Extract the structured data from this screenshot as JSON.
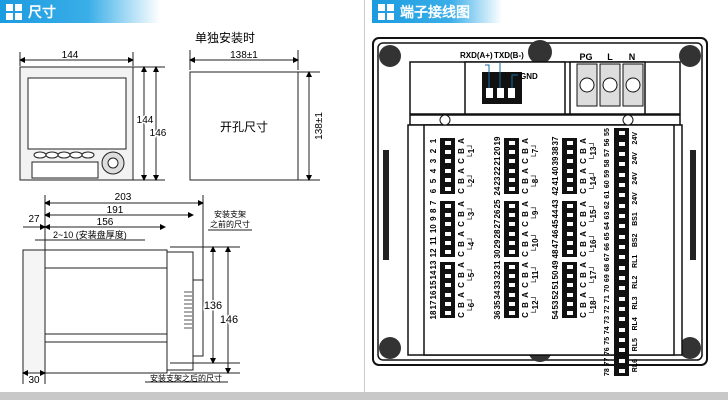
{
  "left_header": {
    "title": "尺寸",
    "icon": "windows-icon"
  },
  "right_header": {
    "title": "端子接线图",
    "icon": "windows-icon"
  },
  "front_view": {
    "width": "144",
    "height_inner": "144",
    "height_outer": "146"
  },
  "cutout": {
    "caption": "单独安装时",
    "width": "138±1",
    "height": "138±1",
    "label": "开孔尺寸"
  },
  "side_view": {
    "d203": "203",
    "d191": "191",
    "d156": "156",
    "d27": "27",
    "panel": "2~10 (安装盘厚度)",
    "front_note_1": "安装支架",
    "front_note_2": "之前的尺寸",
    "h136": "136",
    "h146": "146",
    "d30": "30",
    "rear_note": "安装支架之后的尺寸"
  },
  "terminals": {
    "comm": {
      "rxd": "RXD(A+)",
      "txd": "TXD(B-)",
      "gnd": "GND"
    },
    "power": {
      "pg": "PG",
      "l": "L",
      "n": "N"
    },
    "blocks": [
      {
        "nums": [
          "6",
          "5",
          "4",
          "3",
          "2",
          "1"
        ],
        "chans": [
          "C",
          "B",
          "A",
          "C",
          "B",
          "A"
        ],
        "ids": [
          "2",
          "1"
        ]
      },
      {
        "nums": [
          "24",
          "23",
          "22",
          "21",
          "20",
          "19"
        ],
        "chans": [
          "C",
          "B",
          "A",
          "C",
          "B",
          "A"
        ],
        "ids": [
          "8",
          "7"
        ]
      },
      {
        "nums": [
          "42",
          "41",
          "40",
          "39",
          "38",
          "37"
        ],
        "chans": [
          "C",
          "B",
          "A",
          "C",
          "B",
          "A"
        ],
        "ids": [
          "14",
          "13"
        ]
      },
      {
        "nums": [
          "12",
          "11",
          "10",
          "9",
          "8",
          "7"
        ],
        "chans": [
          "C",
          "B",
          "A",
          "C",
          "B",
          "A"
        ],
        "ids": [
          "4",
          "3"
        ]
      },
      {
        "nums": [
          "30",
          "29",
          "28",
          "27",
          "26",
          "25"
        ],
        "chans": [
          "C",
          "B",
          "A",
          "C",
          "B",
          "A"
        ],
        "ids": [
          "10",
          "9"
        ]
      },
      {
        "nums": [
          "48",
          "47",
          "46",
          "45",
          "44",
          "43"
        ],
        "chans": [
          "C",
          "B",
          "A",
          "C",
          "B",
          "A"
        ],
        "ids": [
          "16",
          "15"
        ]
      },
      {
        "nums": [
          "18",
          "17",
          "16",
          "15",
          "14",
          "13"
        ],
        "chans": [
          "C",
          "B",
          "A",
          "C",
          "B",
          "A"
        ],
        "ids": [
          "6",
          "5"
        ]
      },
      {
        "nums": [
          "36",
          "35",
          "34",
          "33",
          "32",
          "31"
        ],
        "chans": [
          "C",
          "B",
          "A",
          "C",
          "B",
          "A"
        ],
        "ids": [
          "12",
          "11"
        ]
      },
      {
        "nums": [
          "54",
          "53",
          "52",
          "51",
          "50",
          "49"
        ],
        "chans": [
          "C",
          "B",
          "A",
          "C",
          "B",
          "A"
        ],
        "ids": [
          "18",
          "17"
        ]
      }
    ],
    "strip_nums": [
      "78",
      "77",
      "76",
      "75",
      "74",
      "73",
      "72",
      "71",
      "70",
      "69",
      "68",
      "67",
      "66",
      "65",
      "64",
      "63",
      "62",
      "61",
      "60",
      "59",
      "58",
      "57",
      "56",
      "55"
    ],
    "strip_labels": [
      "RL6",
      "RL5",
      "RL4",
      "RL3",
      "RL2",
      "RL1",
      "BS2",
      "BS1",
      "24V",
      "24V",
      "24V",
      "24V"
    ]
  }
}
